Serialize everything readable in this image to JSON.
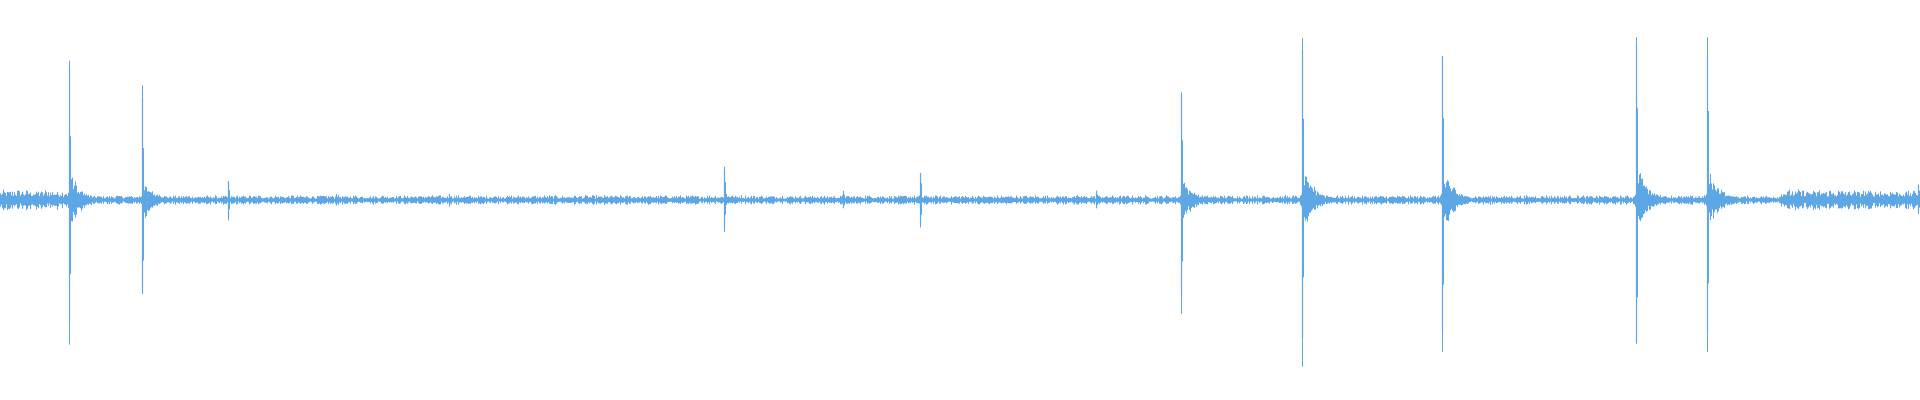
{
  "waveform": {
    "color": "#5ea7e6",
    "background": "#ffffff",
    "noise_floor": 0.012,
    "peak_envelope_max": 0.52,
    "transients": [
      {
        "position": 0.036,
        "amplitude": 0.44
      },
      {
        "position": 0.074,
        "amplitude": 0.34
      },
      {
        "position": 0.119,
        "amplitude": 0.06
      },
      {
        "position": 0.175,
        "amplitude": 0.02
      },
      {
        "position": 0.234,
        "amplitude": 0.02
      },
      {
        "position": 0.377,
        "amplitude": 0.1
      },
      {
        "position": 0.439,
        "amplitude": 0.03
      },
      {
        "position": 0.479,
        "amplitude": 0.09
      },
      {
        "position": 0.571,
        "amplitude": 0.03
      },
      {
        "position": 0.615,
        "amplitude": 0.35
      },
      {
        "position": 0.678,
        "amplitude": 0.5
      },
      {
        "position": 0.751,
        "amplitude": 0.48
      },
      {
        "position": 0.852,
        "amplitude": 0.52
      },
      {
        "position": 0.889,
        "amplitude": 0.48
      },
      {
        "position": 0.999,
        "amplitude": 0.05
      }
    ]
  }
}
